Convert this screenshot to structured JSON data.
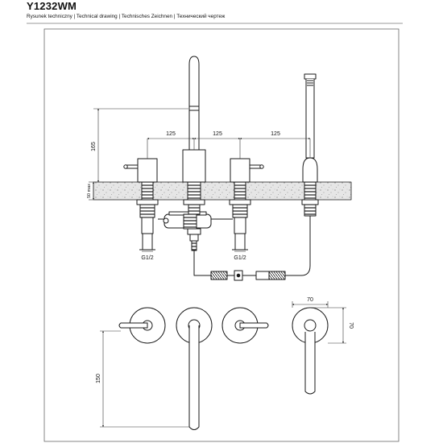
{
  "header": {
    "model_code": "Y1232WM",
    "subtitle": "Rysunek techniczny | Technical drawing | Technisches Zeichnen | Технический чертеж"
  },
  "dimensions": {
    "spacing_1": "125",
    "spacing_2": "125",
    "spacing_3": "125",
    "height_total": "165",
    "deck_thickness": "50 max",
    "thread_left": "G1/2",
    "thread_right": "G1/2",
    "top_width": "70",
    "top_height": "70",
    "spout_length": "150"
  },
  "colors": {
    "line": "#1a1a1a",
    "deck_fill": "#e6e6e6",
    "dim_line": "#333333"
  }
}
